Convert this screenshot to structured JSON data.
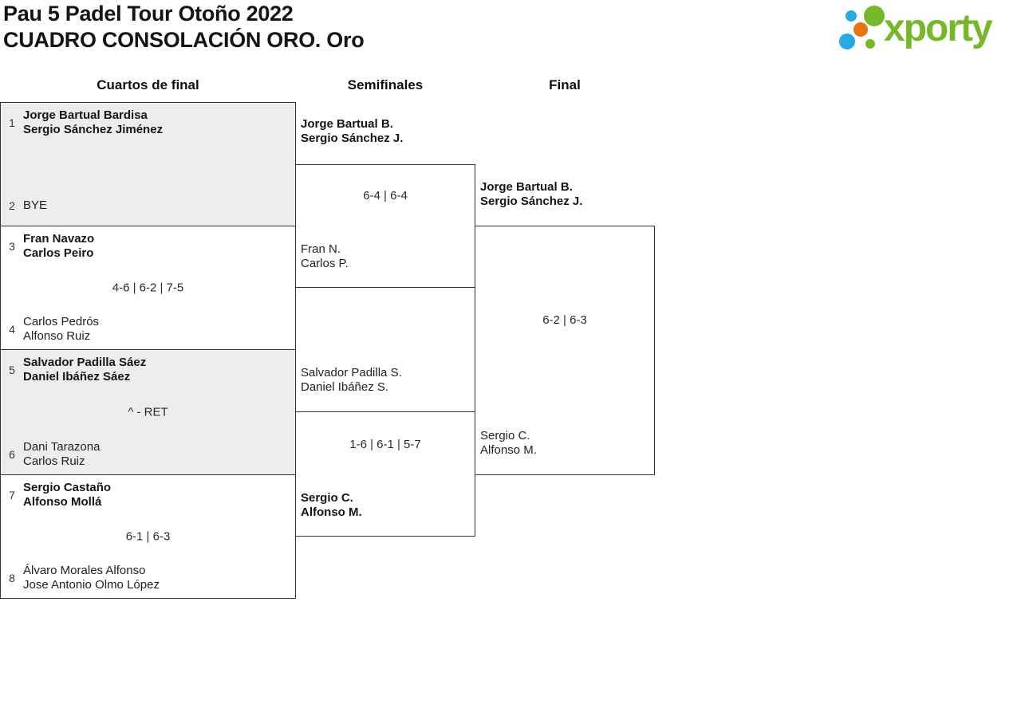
{
  "header": {
    "title_line1": "Pau 5 Padel Tour Otoño 2022",
    "title_line2": "CUADRO CONSOLACIÓN ORO. Oro"
  },
  "logo": {
    "brand": "xporty",
    "colors": {
      "green": "#76b82a",
      "blue": "#29a9e1",
      "orange": "#e87511"
    }
  },
  "round_headers": {
    "quarterfinals": "Cuartos de final",
    "semifinals": "Semifinales",
    "final": "Final"
  },
  "quarterfinals": [
    {
      "seed_top": "1",
      "team_top_line1": "Jorge Bartual Bardisa",
      "team_top_line2": "Sergio Sánchez Jiménez",
      "score": "",
      "seed_bottom": "2",
      "team_bottom_line1": "BYE",
      "team_bottom_line2": ""
    },
    {
      "seed_top": "3",
      "team_top_line1": "Fran Navazo",
      "team_top_line2": "Carlos Peiro",
      "score": "4-6 | 6-2 | 7-5",
      "seed_bottom": "4",
      "team_bottom_line1": "Carlos Pedrós",
      "team_bottom_line2": "Alfonso Ruiz"
    },
    {
      "seed_top": "5",
      "team_top_line1": "Salvador Padilla Sáez",
      "team_top_line2": "Daniel Ibáñez Sáez",
      "score": "^ - RET",
      "seed_bottom": "6",
      "team_bottom_line1": "Dani Tarazona",
      "team_bottom_line2": "Carlos Ruiz"
    },
    {
      "seed_top": "7",
      "team_top_line1": "Sergio Castaño",
      "team_top_line2": "Alfonso Mollá",
      "score": "6-1 | 6-3",
      "seed_bottom": "8",
      "team_bottom_line1": "Álvaro Morales Alfonso",
      "team_bottom_line2": "Jose Antonio Olmo López"
    }
  ],
  "semifinals": [
    {
      "team_top_line1": "Jorge Bartual B.",
      "team_top_line2": "Sergio Sánchez J.",
      "score": "6-4 | 6-4",
      "team_bottom_line1": "Fran N.",
      "team_bottom_line2": "Carlos P."
    },
    {
      "team_top_line1": "Salvador Padilla S.",
      "team_top_line2": "Daniel Ibáñez S.",
      "score": "1-6 | 6-1 | 5-7",
      "team_bottom_line1": "Sergio C.",
      "team_bottom_line2": "Alfonso M."
    }
  ],
  "final": {
    "team_top_line1": "Jorge Bartual B.",
    "team_top_line2": "Sergio Sánchez J.",
    "score": "6-2 | 6-3",
    "team_bottom_line1": "Sergio C.",
    "team_bottom_line2": "Alfonso M."
  }
}
